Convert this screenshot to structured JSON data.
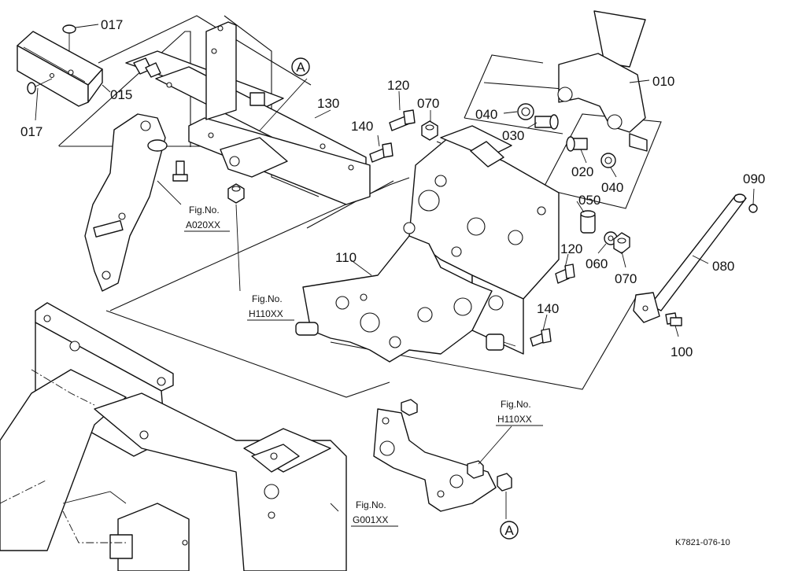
{
  "part_labels": {
    "p017a": "017",
    "p015": "015",
    "p017b": "017",
    "p130": "130",
    "p120a": "120",
    "p070a": "070",
    "p140a": "140",
    "p010": "010",
    "p040a": "040",
    "p030": "030",
    "p020": "020",
    "p040b": "040",
    "p090": "090",
    "p050": "050",
    "p060": "060",
    "p070b": "070",
    "p080": "080",
    "p110": "110",
    "p120b": "120",
    "p140b": "140",
    "p100": "100"
  },
  "callouts": {
    "circle_a_top": "A",
    "circle_a_bottom": "A"
  },
  "fig_refs": {
    "a020": {
      "title": "Fig.No.",
      "code": "A020XX"
    },
    "h110_left": {
      "title": "Fig.No.",
      "code": "H110XX"
    },
    "h110_right": {
      "title": "Fig.No.",
      "code": "H110XX"
    },
    "g001": {
      "title": "Fig.No.",
      "code": "G001XX"
    }
  },
  "drawing_id": "K7821-076-10"
}
